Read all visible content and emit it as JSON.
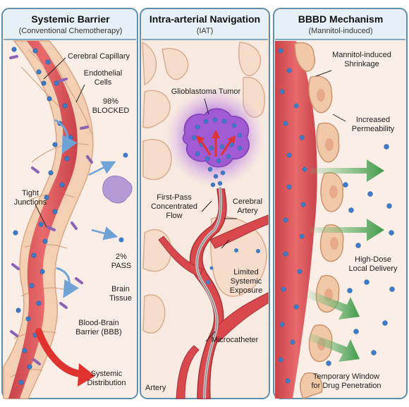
{
  "panels": [
    {
      "title": "Systemic Barrier",
      "subtitle": "(Conventional Chemotherapy)",
      "labels": {
        "capillary": "Cerebral Capillary",
        "endothelial": "Endothelial\nCells",
        "blocked": "98%\nBLOCKED",
        "tight": "Tight\nJunctions",
        "pass": "2%\nPASS",
        "tissue": "Brain\nTissue",
        "bbb": "Blood-Brain\nBarrier (BBB)",
        "systemic": "Systemic\nDistribution"
      }
    },
    {
      "title": "Intra-arterial Navigation",
      "subtitle": "(IAT)",
      "labels": {
        "tumor": "Glioblastoma Tumor",
        "firstpass": "First-Pass\nConcentrated\nFlow",
        "artery_cerebral": "Cerebral\nArtery",
        "limited": "Limited\nSystemic\nExposure",
        "microcatheter": "Microcatheter",
        "artery": "Artery"
      }
    },
    {
      "title": "BBBD Mechanism",
      "subtitle": "(Mannitol-induced)",
      "labels": {
        "shrinkage": "Mannitol-induced\nShrinkage",
        "permeability": "Increased\nPermeability",
        "highdose": "High-Dose\nLocal Delivery",
        "window": "Temporary Window\nfor Drug Penetration"
      }
    }
  ],
  "colors": {
    "panel_bg": "#fbeee6",
    "border": "#5a8fb0",
    "vessel": "#e2575a",
    "vessel_dark": "#b83a3f",
    "cell": "#f6d9c2",
    "junction": "#8a63b5",
    "drug": "#3d7cc9",
    "tumor": "#a05bd3",
    "arrow_red": "#e0322f",
    "arrow_green": "#4fae5a"
  }
}
